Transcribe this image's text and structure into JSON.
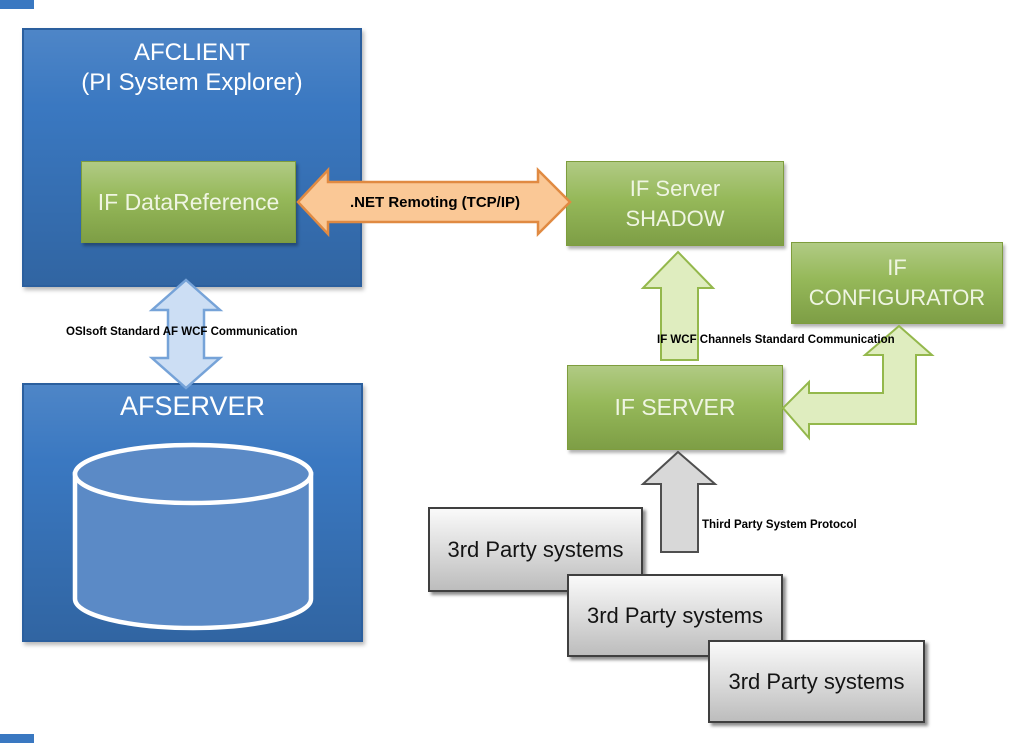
{
  "colors": {
    "box-blue": "#3A78C1",
    "box-blue-border": "#2B5F9E",
    "blue-box-text": "#FFFFFF",
    "box-green": "#8FB44F",
    "box-green-border": "#7E9D3D",
    "green-box-text": "#EFF5E2",
    "graybox": "#DCDCDC",
    "graybox-border": "#3F3F3F",
    "graybox-text": "#141414",
    "arrow-orange": "#FAC896",
    "arrow-orange-border": "#E08A42",
    "arrow-blue": "#CCDEF4",
    "arrow-blue-border": "#76A3D8",
    "arrow-green": "#DFEDBF",
    "arrow-green-border": "#94B84C",
    "arrow-gray": "#D8D8D8",
    "arrow-gray-border": "#4F4F4F",
    "cylinder": "#5B8AC6",
    "cylinder-outline": "#FFFFFF",
    "label-text": "#000000",
    "background": "#FFFFFF"
  },
  "nodes": {
    "afclient": {
      "title": "AFCLIENT",
      "subtitle": "(PI System Explorer)"
    },
    "if_datareference": {
      "label": "IF DataReference"
    },
    "if_server_shadow": {
      "line1": "IF Server",
      "line2": "SHADOW"
    },
    "if_configurator": {
      "line1": "IF",
      "line2": "CONFIGURATOR"
    },
    "if_server": {
      "label": "IF SERVER"
    },
    "afserver": {
      "title": "AFSERVER"
    },
    "third_party_1": {
      "label": "3rd Party systems"
    },
    "third_party_2": {
      "label": "3rd Party systems"
    },
    "third_party_3": {
      "label": "3rd Party systems"
    }
  },
  "connector_labels": {
    "net_remoting": ".NET Remoting (TCP/IP)",
    "osisoft_af_wcf": "OSIsoft Standard AF WCF Communication",
    "if_wcf_channels": "IF WCF Channels Standard Communication",
    "third_party_protocol": "Third Party System Protocol"
  }
}
